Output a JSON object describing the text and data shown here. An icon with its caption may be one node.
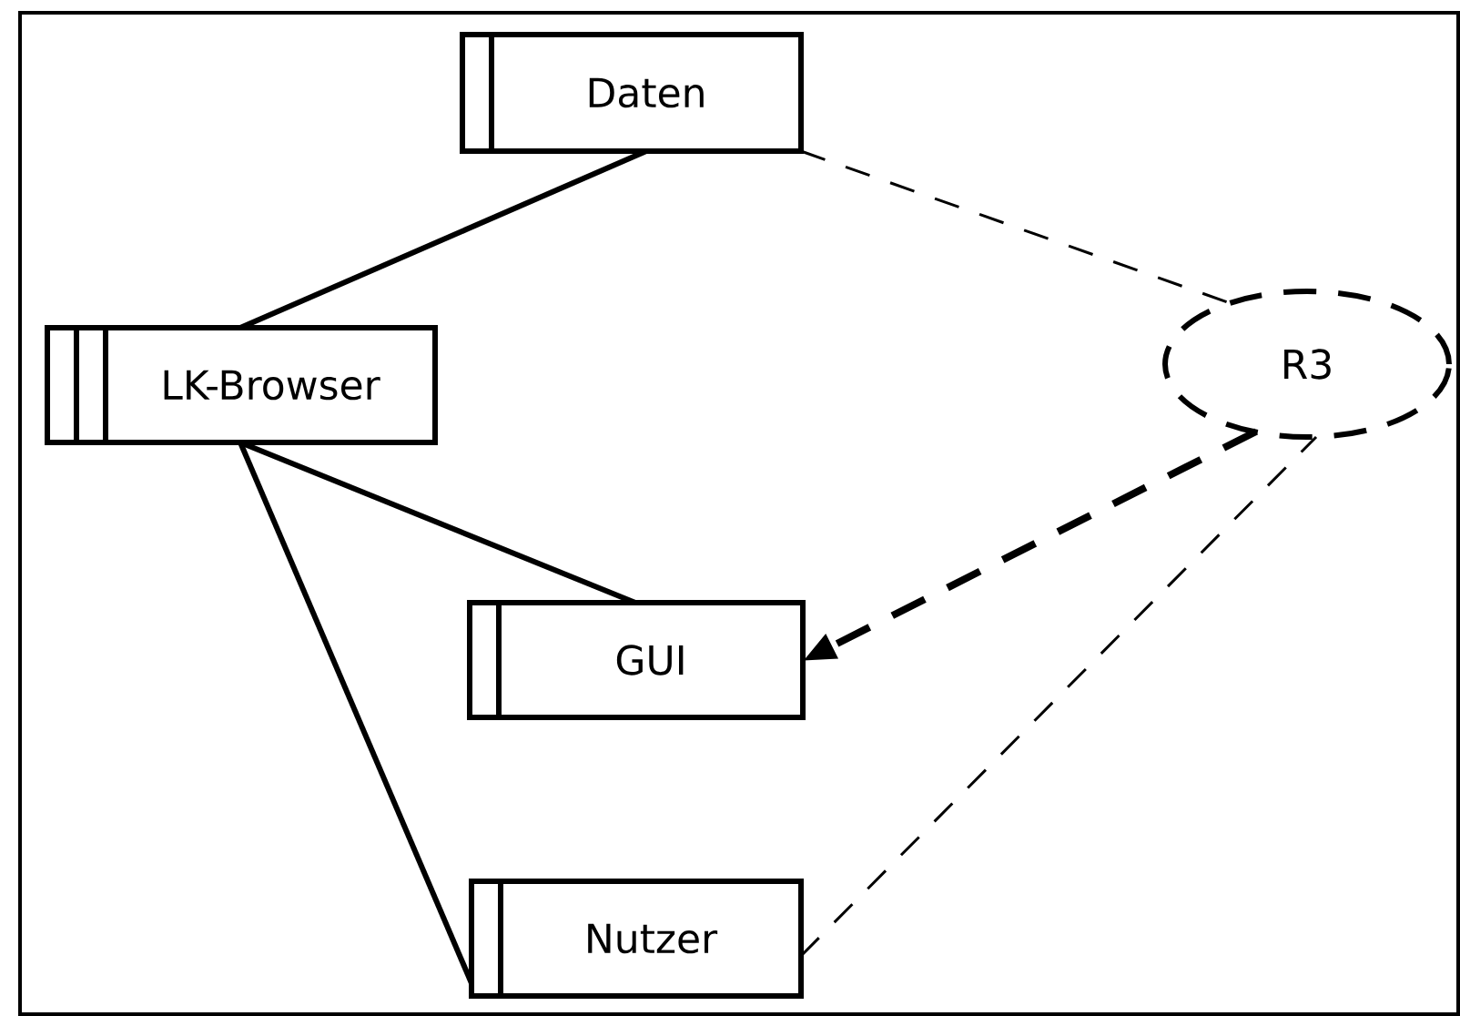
{
  "diagram": {
    "nodes": [
      {
        "text": [
          "Daten"
        ]
      },
      {
        "text": [
          "LK-Browser"
        ]
      },
      {
        "text": [
          "GUI"
        ]
      },
      {
        "text": [
          "Nutzer"
        ]
      },
      {
        "text": [
          "R3"
        ]
      }
    ],
    "edges": [
      {
        "from": 1,
        "to": 0,
        "arrow": "none"
      },
      {
        "from": 1,
        "to": 2,
        "arrow": "none"
      },
      {
        "from": 1,
        "to": 3,
        "arrow": "none"
      },
      {
        "from": 0,
        "to": 4,
        "arrow": "none",
        "style": "dashed"
      },
      {
        "from": 4,
        "to": 2,
        "arrow": "to",
        "style": "dashed"
      },
      {
        "from": 3,
        "to": 4,
        "arrow": "none",
        "style": "dashed"
      }
    ]
  }
}
